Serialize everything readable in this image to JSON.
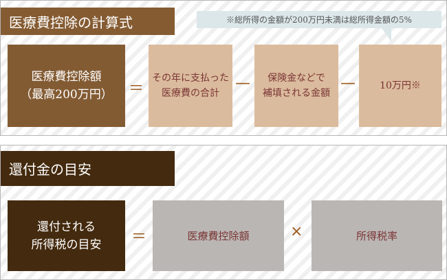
{
  "section1": {
    "title": "医療費控除の計算式",
    "note": "※総所得の金額が200万円未満は総所得金額の5%",
    "result": [
      "医療費控除額",
      "（最高200万円）"
    ],
    "op1": "＝",
    "term1": [
      "その年に支払った",
      "医療費の合計"
    ],
    "op2": "—",
    "term2": [
      "保険金などで",
      "補填される金額"
    ],
    "op3": "—",
    "term3": "10万円※"
  },
  "section2": {
    "title": "還付金の目安",
    "result": [
      "還付される",
      "所得税の目安"
    ],
    "op1": "＝",
    "term1": "医療費控除額",
    "op2": "×",
    "term2": "所得税率"
  },
  "colors": {
    "brown": "#835b33",
    "dark_brown": "#442a0e",
    "tan": "#dbbb9d",
    "gray": "#bab6b3",
    "bubble": "#dce7ea"
  }
}
